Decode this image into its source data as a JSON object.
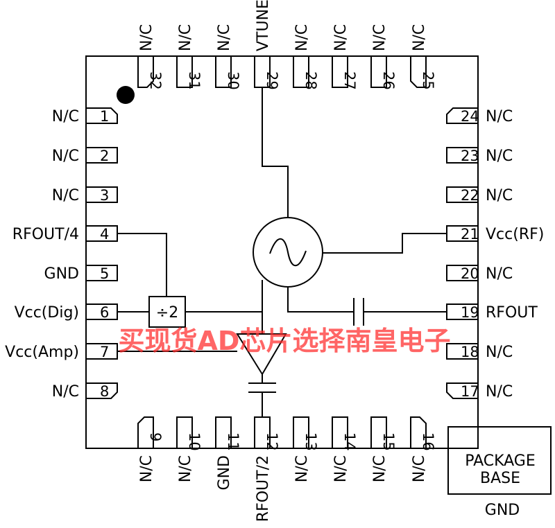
{
  "chip": {
    "pins": [
      {
        "num": "1",
        "label": "N/C"
      },
      {
        "num": "2",
        "label": "N/C"
      },
      {
        "num": "3",
        "label": "N/C"
      },
      {
        "num": "4",
        "label": "RFOUT/4"
      },
      {
        "num": "5",
        "label": "GND"
      },
      {
        "num": "6",
        "label": "Vcc(Dig)"
      },
      {
        "num": "7",
        "label": "Vcc(Amp)"
      },
      {
        "num": "8",
        "label": "N/C"
      },
      {
        "num": "9",
        "label": "N/C"
      },
      {
        "num": "10",
        "label": "N/C"
      },
      {
        "num": "11",
        "label": "GND"
      },
      {
        "num": "12",
        "label": "RFOUT/2"
      },
      {
        "num": "13",
        "label": "N/C"
      },
      {
        "num": "14",
        "label": "N/C"
      },
      {
        "num": "15",
        "label": "N/C"
      },
      {
        "num": "16",
        "label": "N/C"
      },
      {
        "num": "17",
        "label": "N/C"
      },
      {
        "num": "18",
        "label": "N/C"
      },
      {
        "num": "19",
        "label": "RFOUT"
      },
      {
        "num": "20",
        "label": "N/C"
      },
      {
        "num": "21",
        "label": "Vcc(RF)"
      },
      {
        "num": "22",
        "label": "N/C"
      },
      {
        "num": "23",
        "label": "N/C"
      },
      {
        "num": "24",
        "label": "N/C"
      },
      {
        "num": "25",
        "label": "N/C"
      },
      {
        "num": "26",
        "label": "N/C"
      },
      {
        "num": "27",
        "label": "N/C"
      },
      {
        "num": "28",
        "label": "N/C"
      },
      {
        "num": "29",
        "label": "VTUNE"
      },
      {
        "num": "30",
        "label": "N/C"
      },
      {
        "num": "31",
        "label": "N/C"
      },
      {
        "num": "32",
        "label": "N/C"
      }
    ],
    "divider_label": "÷2",
    "package_base": {
      "line1": "PACKAGE",
      "line2": "BASE",
      "pin_label": "GND"
    }
  },
  "watermark": "买现货AD芯片选择南皇电子"
}
